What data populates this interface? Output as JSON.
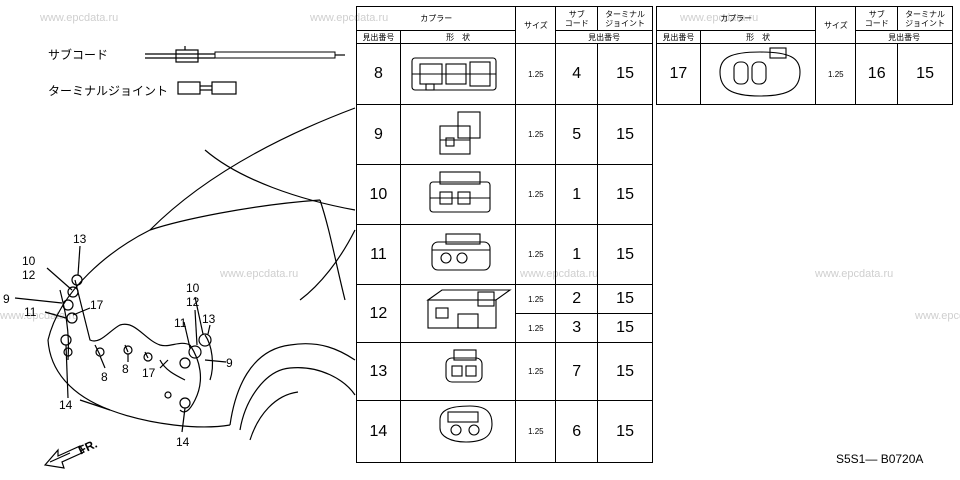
{
  "watermark": "www.epcdata.ru",
  "legend": {
    "sub_cord": "サブコード",
    "terminal_joint": "ターミナルジョイント"
  },
  "direction_label": "FR.",
  "diagram_code": "S5S1— B0720A",
  "callouts": [
    "13",
    "10",
    "12",
    "9",
    "17",
    "11",
    "8",
    "8",
    "17",
    "14",
    "10",
    "12",
    "11",
    "13",
    "9",
    "14"
  ],
  "table_headers": {
    "coupler": "カプラー",
    "size": "サイズ",
    "sub_cord": "サブ\nコード",
    "terminal_joint": "ターミナル\nジョイント",
    "ref_number": "見出番号",
    "shape": "形　状",
    "ref_numbers": "見出番号"
  },
  "left_table_rows": [
    {
      "id": "8",
      "size": "1.25",
      "sub": "4",
      "joint": "15"
    },
    {
      "id": "9",
      "size": "1.25",
      "sub": "5",
      "joint": "15"
    },
    {
      "id": "10",
      "size": "1.25",
      "sub": "1",
      "joint": "15"
    },
    {
      "id": "11",
      "size": "1.25",
      "sub": "1",
      "joint": "15"
    },
    {
      "id": "12",
      "size": "1.25",
      "sub": "2",
      "joint": "15",
      "size2": "1.25",
      "sub2": "3",
      "joint2": "15"
    },
    {
      "id": "13",
      "size": "1.25",
      "sub": "7",
      "joint": "15"
    },
    {
      "id": "14",
      "size": "1.25",
      "sub": "6",
      "joint": "15"
    }
  ],
  "right_table_rows": [
    {
      "id": "17",
      "size": "1.25",
      "sub": "16",
      "joint": "15"
    }
  ]
}
